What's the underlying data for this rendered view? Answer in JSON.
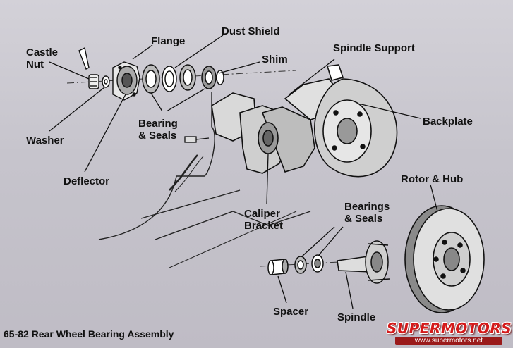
{
  "labels": {
    "castle_nut": "Castle\nNut",
    "flange": "Flange",
    "dust_shield": "Dust Shield",
    "shim": "Shim",
    "spindle_support": "Spindle Support",
    "backplate": "Backplate",
    "washer": "Washer",
    "bearing_seals_upper": "Bearing\n& Seals",
    "deflector": "Deflector",
    "rotor_hub": "Rotor & Hub",
    "caliper_bracket": "Caliper\nBracket",
    "bearings_seals_lower": "Bearings\n& Seals",
    "spacer": "Spacer",
    "spindle": "Spindle"
  },
  "caption": "65-82 Rear Wheel Bearing Assembly",
  "watermark": {
    "brand": "SUPERMOTORS",
    "url": "www.supermotors.net"
  },
  "colors": {
    "ink": "#111111",
    "paper": "#c9c7cf",
    "watermark_red": "#d41a1a"
  }
}
